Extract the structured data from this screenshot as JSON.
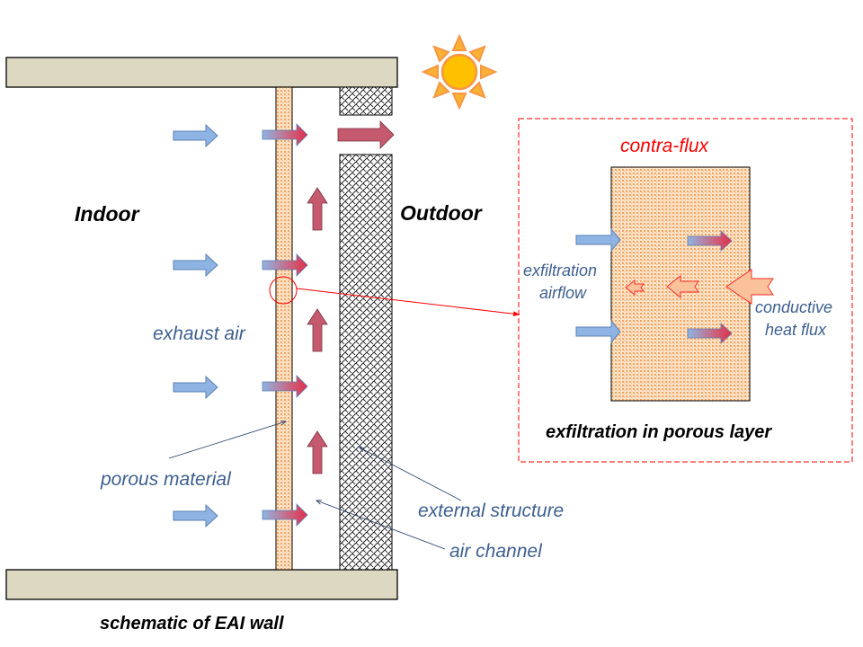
{
  "colors": {
    "slab_fill": "#ddd8c1",
    "porous_fill": "#fbd8b8",
    "porous_dots": "#f0a060",
    "hatch": "#000000",
    "cold_arrow": "#8eb4e3",
    "warm_arrow": "#c55a6e",
    "heat_arrow": "#f9c29a",
    "heat_arrow_stroke": "#ff2a2a",
    "label_blue": "#3d5f8f",
    "callout_red": "#ff0000",
    "sun_core": "#ffc000",
    "sun_ray": "#f79646"
  },
  "labels": {
    "indoor": "Indoor",
    "outdoor": "Outdoor",
    "exhaust_air": "exhaust air",
    "porous_material": "porous material",
    "external_structure": "external structure",
    "air_channel": "air channel",
    "schematic_caption": "schematic of EAI wall"
  },
  "detail": {
    "title": "contra-flux",
    "exfiltration_airflow_line1": "exfiltration",
    "exfiltration_airflow_line2": "airflow",
    "conductive_line1": "conductive",
    "conductive_line2": "heat flux",
    "caption": "exfiltration in porous layer"
  },
  "icons": {
    "sun": "sun-icon"
  }
}
